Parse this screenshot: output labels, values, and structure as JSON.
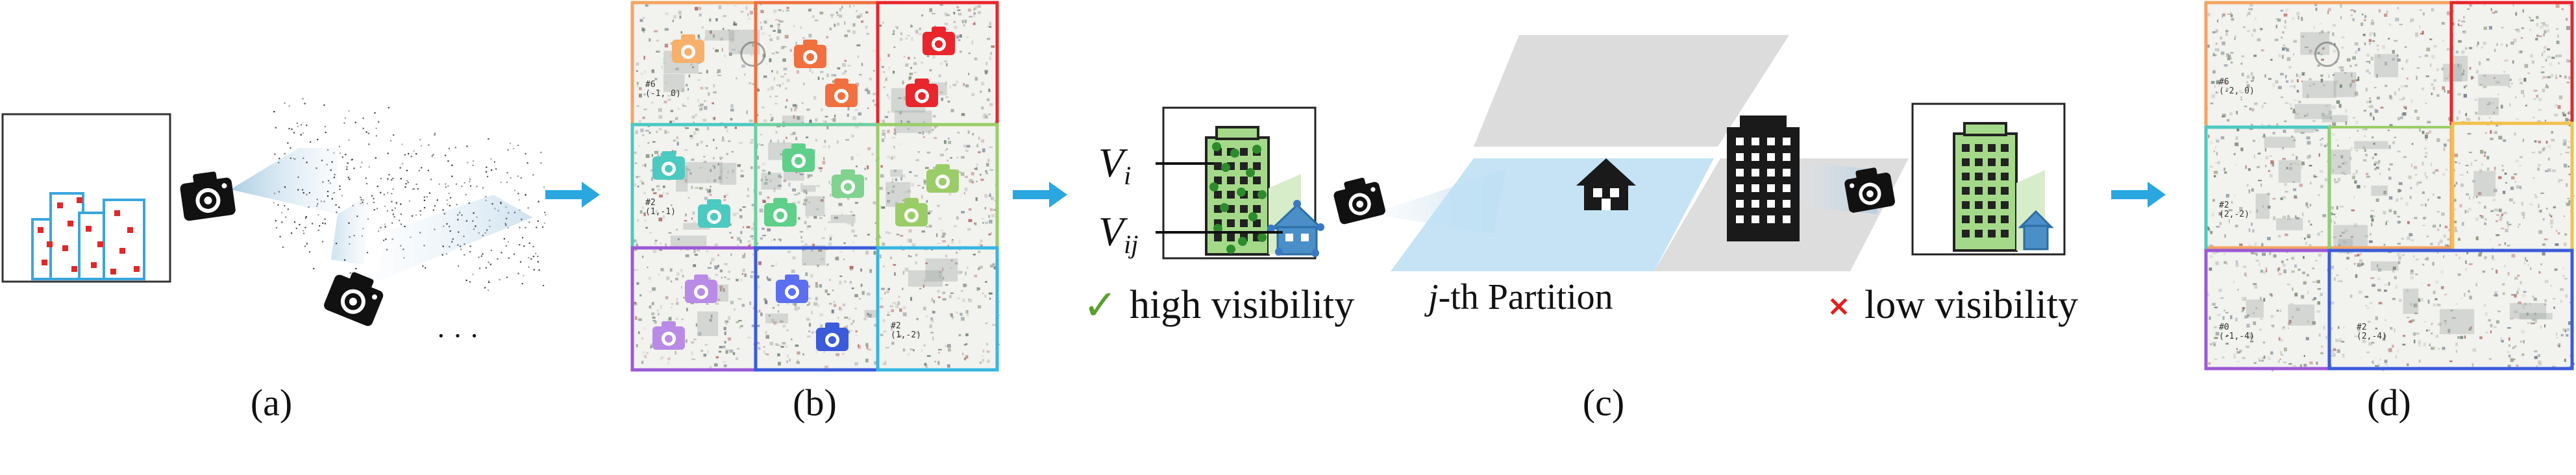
{
  "panels": {
    "a": {
      "label": "(a)",
      "ellipsis": "· · ·"
    },
    "b": {
      "label": "(b)",
      "cell_tags": [
        [
          "#6",
          "(-1, 0)"
        ],
        [
          "#2",
          "(1,-1)"
        ],
        [
          "#2",
          "(1,-2)"
        ]
      ]
    },
    "c": {
      "label": "(c)",
      "v_i": "V",
      "v_i_sub": "i",
      "v_ij": "V",
      "v_ij_sub": "ij",
      "high_check": "✓",
      "high_text": "high visibility",
      "partition_j": "j",
      "partition_text": "-th Partition",
      "low_cross": "×",
      "low_text": "low visibility"
    },
    "d": {
      "label": "(d)",
      "cell_tags": [
        [
          "#6",
          "(-2, 0)"
        ],
        [
          "#2",
          "(2,-2)"
        ],
        [
          "#0",
          "(-1,-4)"
        ],
        [
          "#2",
          "(2,-4)"
        ]
      ]
    }
  },
  "colors": {
    "arrow": "#2aa7df",
    "grid_orange": "#f4a460",
    "grid_red": "#e8262b",
    "grid_teal": "#4cc9c0",
    "grid_green": "#9acd68",
    "grid_purple": "#9b59d6",
    "grid_blue": "#3b5bdb",
    "grid_cyan": "#38b6e0",
    "grid_gold": "#f2c14e",
    "building_green": "#a5d98a",
    "house_blue": "#4a8fc8",
    "check": "#5aa02c",
    "cross": "#e02020"
  },
  "icons": [
    "camera-icon",
    "house-icon",
    "building-icon",
    "check-icon",
    "cross-icon"
  ]
}
